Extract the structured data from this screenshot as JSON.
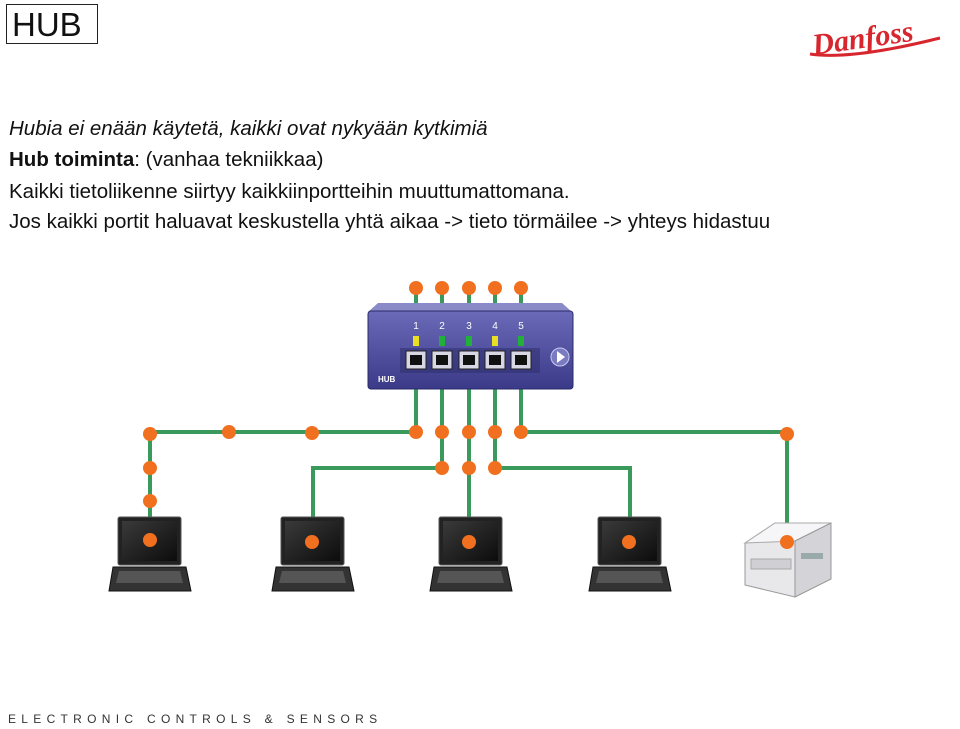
{
  "title": "HUB",
  "logo_text": "Danfoss",
  "lines": {
    "l1": "Hubia ei enään käytetä, kaikki ovat nykyään kytkimiä",
    "l2_bold": "Hub toiminta",
    "l2_rest": ": (vanhaa tekniikkaa)",
    "l3": "Kaikki tietoliikenne siirtyy kaikkiinportteihin muuttumattomana.",
    "l4": "Jos kaikki portit haluavat keskustella yhtä aikaa -> tieto törmäilee -> yhteys hidastuu"
  },
  "hub": {
    "label": "HUB",
    "ports": [
      "1",
      "2",
      "3",
      "4",
      "5"
    ],
    "port_leds": [
      "yellow",
      "green",
      "green",
      "yellow",
      "green"
    ]
  },
  "footer": "ELECTRONIC CONTROLS & SENSORS",
  "colors": {
    "wire": "#3a9a5c",
    "node": "#f07020",
    "hub_body": "#4a4a9a",
    "logo_red": "#d8262e"
  }
}
